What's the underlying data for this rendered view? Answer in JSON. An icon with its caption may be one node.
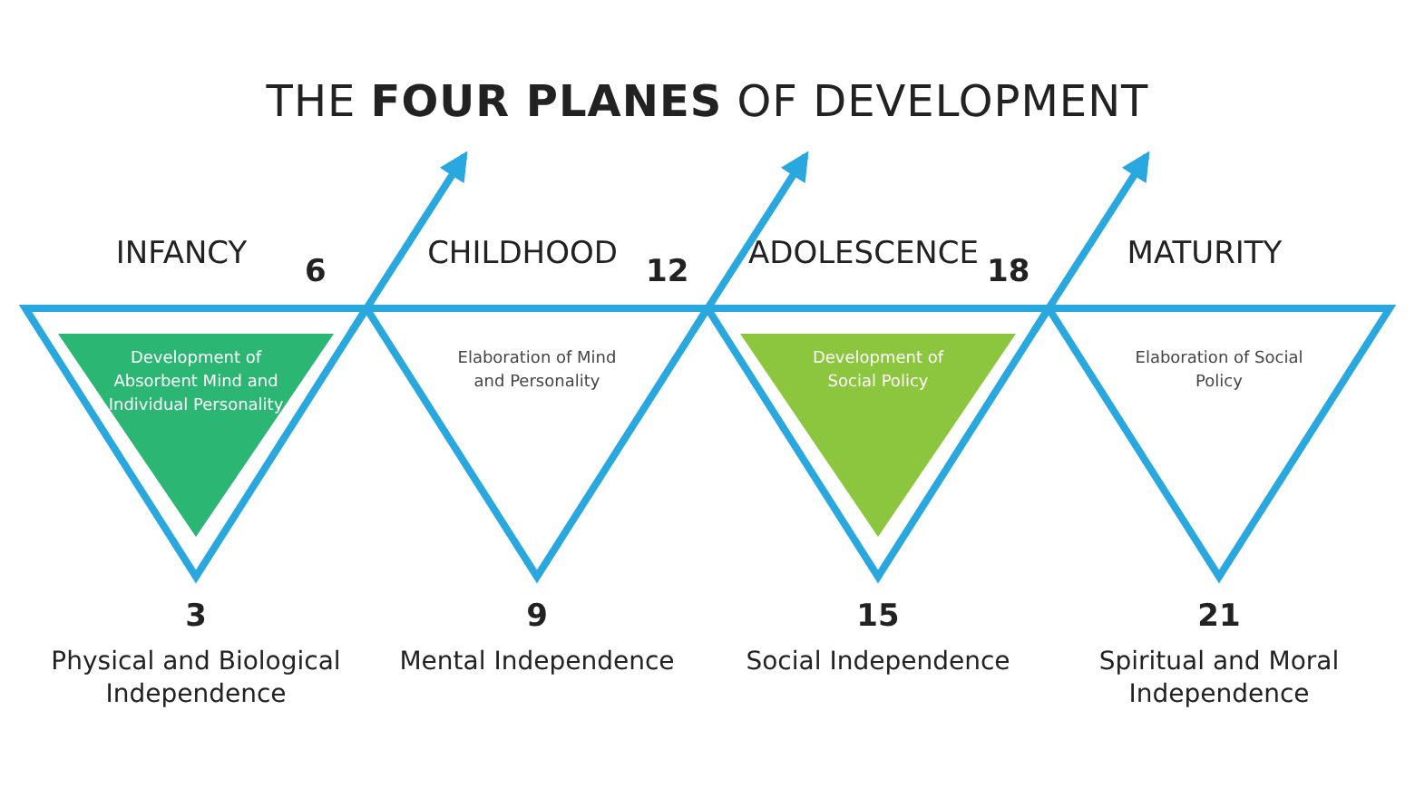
{
  "diagram": {
    "title": "THE **FOUR PLANES** OF DEVELOPMENT",
    "nodes": [
      {
        "text": [
          "INFANCY",
          "Development of Absorbent Mind and Individual Personality"
        ],
        "beside": [
          "3",
          "Physical and Biological Independence"
        ]
      },
      {
        "text": [
          "CHILDHOOD",
          "Elaboration of Mind and Personality"
        ],
        "beside": [
          "9",
          "Mental Independence"
        ]
      },
      {
        "text": [
          "ADOLESCENCE",
          "Development of Social Policy"
        ],
        "beside": [
          "15",
          "Social Independence"
        ]
      },
      {
        "text": [
          "MATURITY",
          "Elaboration of Social Policy"
        ],
        "beside": [
          "21",
          "Spiritual and Moral Independence"
        ]
      }
    ],
    "edges": [
      {
        "from": 0,
        "to": null,
        "arrow": "to"
      },
      {
        "from": 1,
        "to": null,
        "arrow": "to"
      },
      {
        "from": 2,
        "to": null,
        "arrow": "to"
      }
    ],
    "labels": [
      "6",
      "12",
      "18"
    ]
  }
}
